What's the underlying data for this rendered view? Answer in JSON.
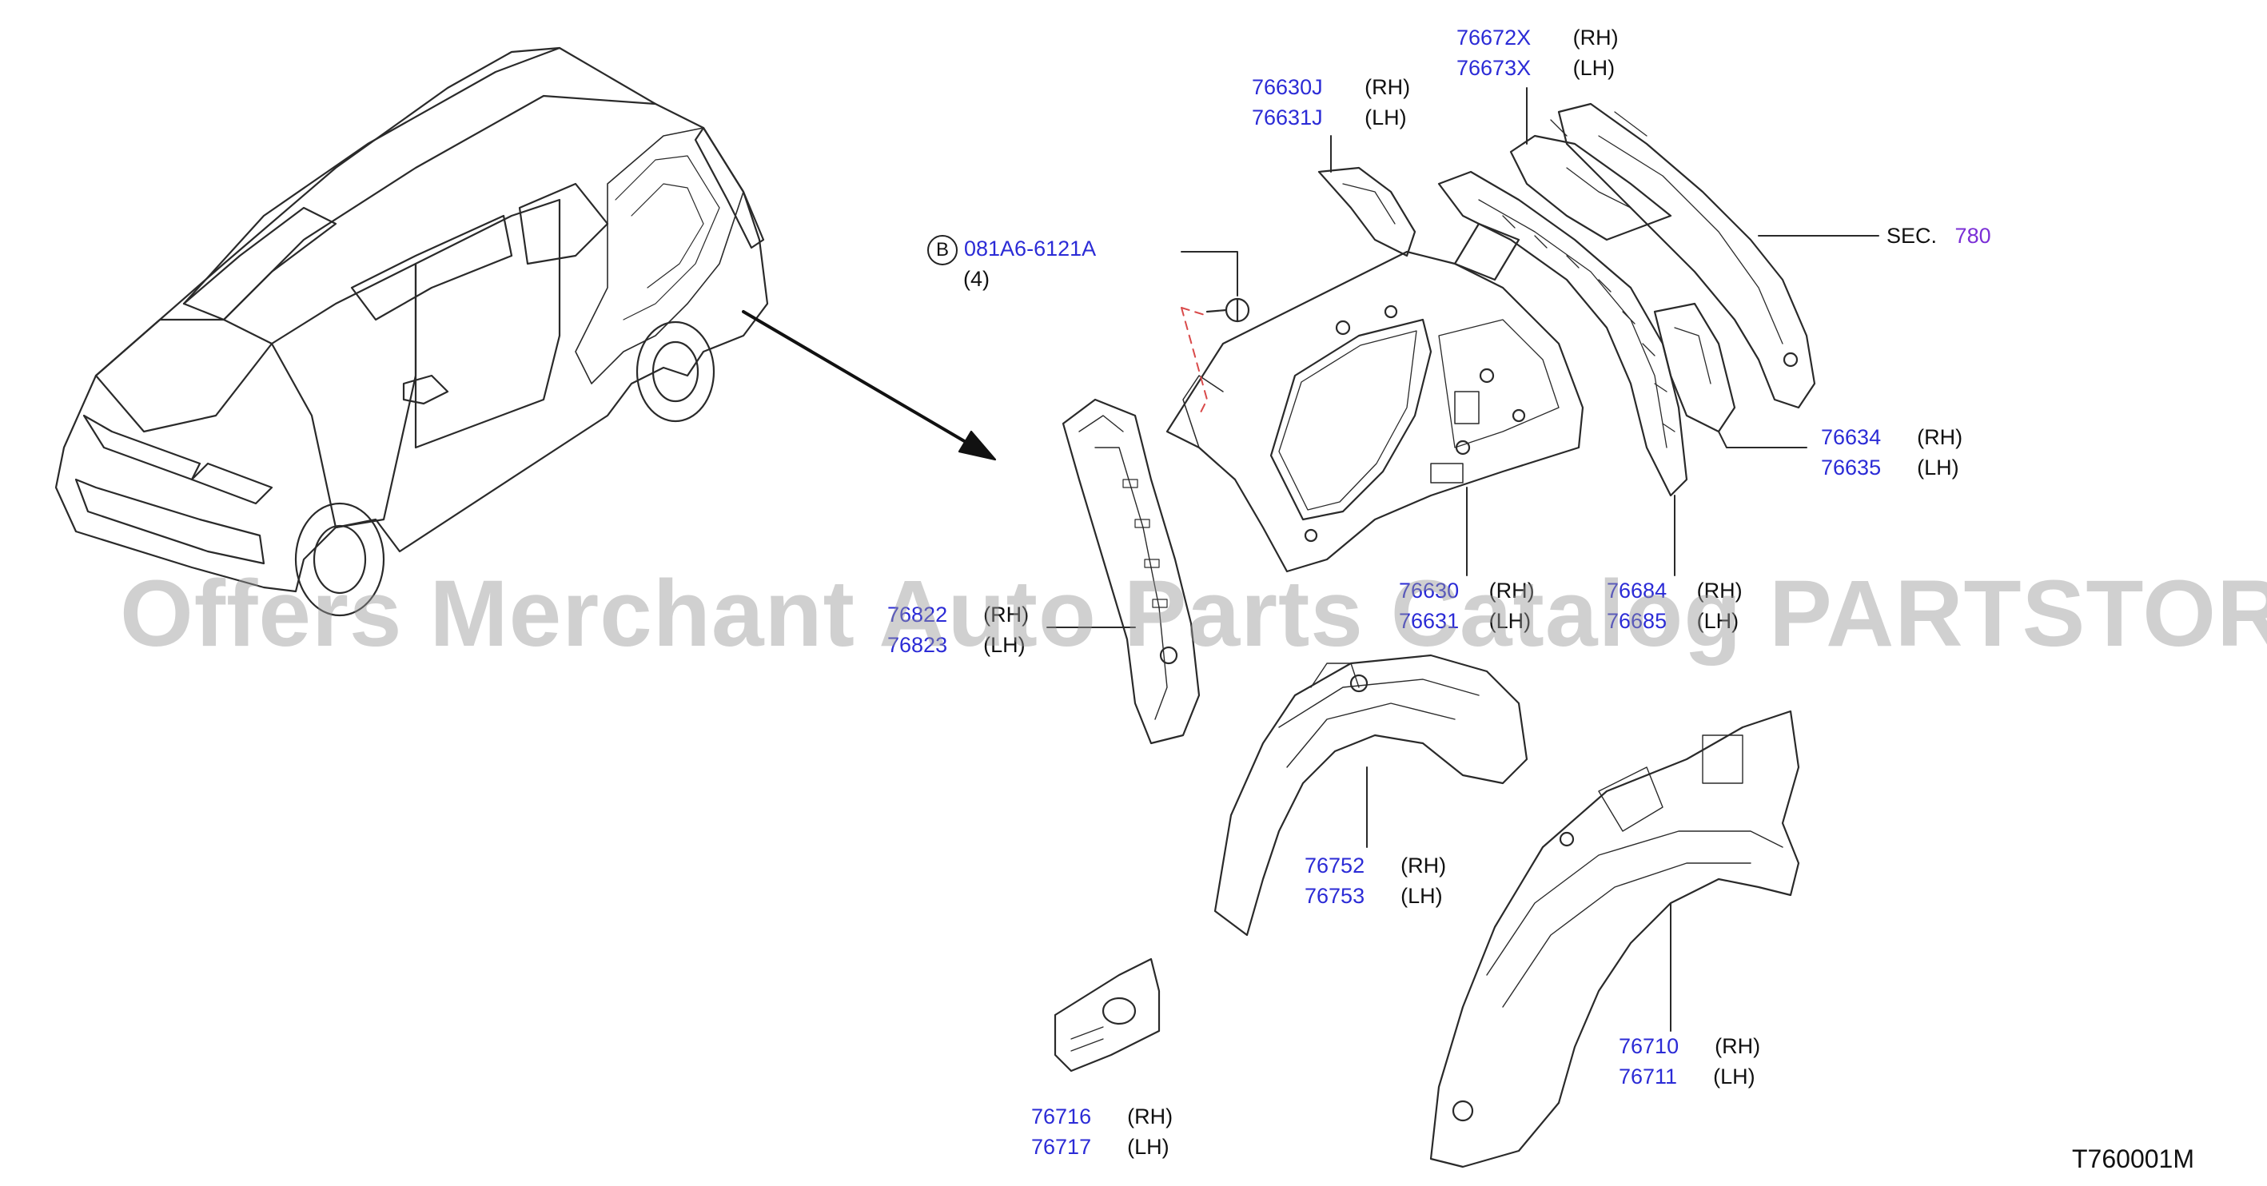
{
  "diagram_code": "T760001M",
  "watermark": "Offers Merchant Auto Parts Catalog PARTSTORE.SA",
  "colors": {
    "part_number": "#2b2bd6",
    "section_ref": "#7b2fd6",
    "line": "#2a2a2a",
    "dashed": "#d94a4a"
  },
  "fastener": {
    "marker": "B",
    "part_number": "081A6-6121A",
    "quantity": "(4)"
  },
  "section_ref": {
    "word": "SEC.",
    "number": "780"
  },
  "callouts": [
    {
      "id": "76672X",
      "rh": "76672X",
      "lh": "76673X",
      "rh_tag": "(RH)",
      "lh_tag": "(LH)"
    },
    {
      "id": "76630J",
      "rh": "76630J",
      "lh": "76631J",
      "rh_tag": "(RH)",
      "lh_tag": "(LH)"
    },
    {
      "id": "76634",
      "rh": "76634",
      "lh": "76635",
      "rh_tag": "(RH)",
      "lh_tag": "(LH)"
    },
    {
      "id": "76630",
      "rh": "76630",
      "lh": "76631",
      "rh_tag": "(RH)",
      "lh_tag": "(LH)"
    },
    {
      "id": "76684",
      "rh": "76684",
      "lh": "76685",
      "rh_tag": "(RH)",
      "lh_tag": "(LH)"
    },
    {
      "id": "76822",
      "rh": "76822",
      "lh": "76823",
      "rh_tag": "(RH)",
      "lh_tag": "(LH)"
    },
    {
      "id": "76752",
      "rh": "76752",
      "lh": "76753",
      "rh_tag": "(RH)",
      "lh_tag": "(LH)"
    },
    {
      "id": "76710",
      "rh": "76710",
      "lh": "76711",
      "rh_tag": "(RH)",
      "lh_tag": "(LH)"
    },
    {
      "id": "76716",
      "rh": "76716",
      "lh": "76717",
      "rh_tag": "(RH)",
      "lh_tag": "(LH)"
    }
  ],
  "icons": {
    "vehicle": "suv-line-drawing",
    "bolt": "bolt-icon",
    "arrow": "pointer-arrow"
  }
}
